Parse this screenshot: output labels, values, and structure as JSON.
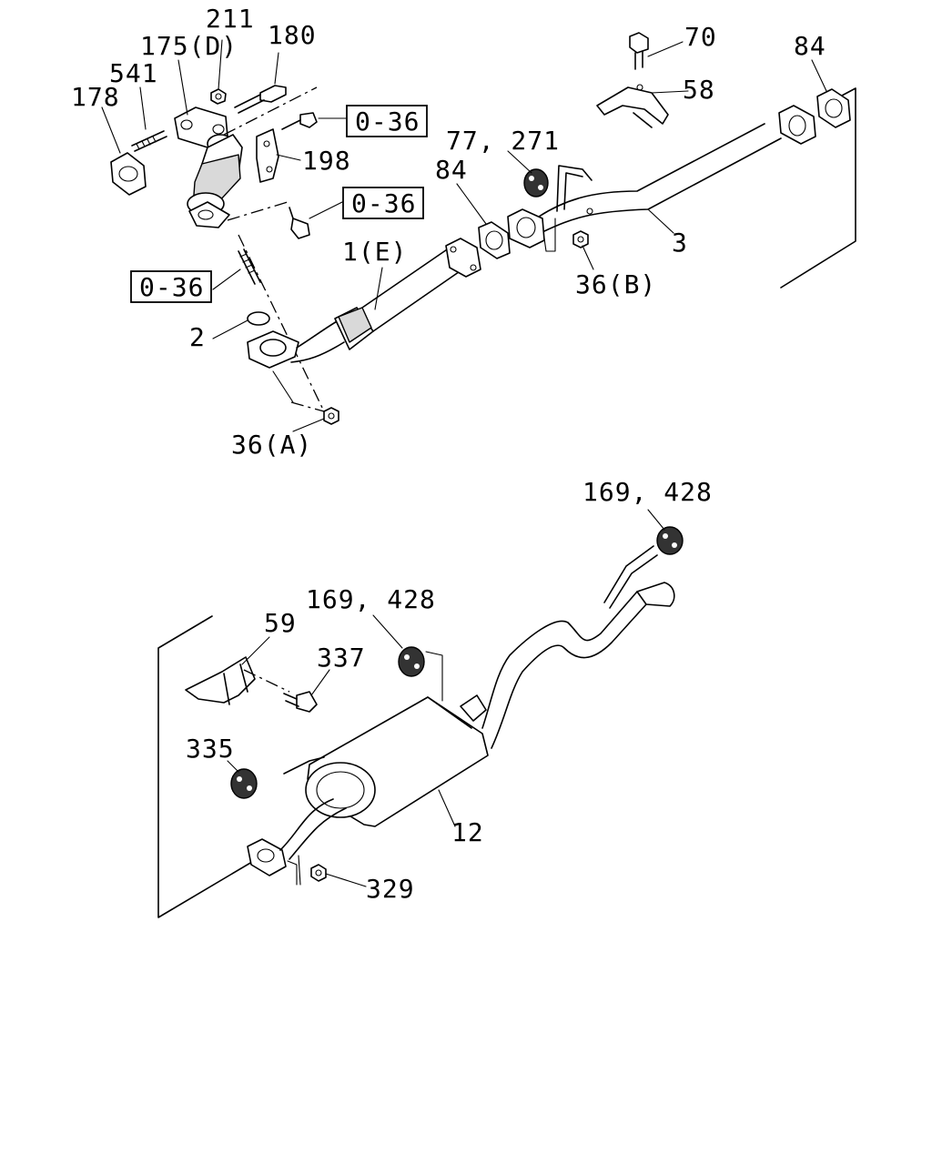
{
  "diagram": {
    "labels": {
      "l211": "211",
      "l180": "180",
      "l175": "175(D)",
      "l541": "541",
      "l178": "178",
      "l70": "70",
      "l84a": "84",
      "l58": "58",
      "l198": "198",
      "l77": "77, 271",
      "l84b": "84",
      "l3": "3",
      "l1": "1(E)",
      "l36b": "36(B)",
      "l2": "2",
      "l36a": "36(A)",
      "l169a": "169, 428",
      "l169b": "169, 428",
      "l59": "59",
      "l337": "337",
      "l335": "335",
      "l12": "12",
      "l329": "329"
    },
    "refs": {
      "r1": "0-36",
      "r2": "0-36",
      "r3": "0-36"
    }
  }
}
